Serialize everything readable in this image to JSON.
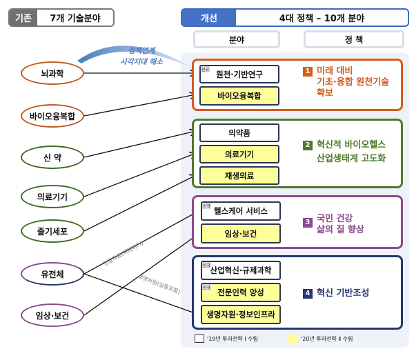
{
  "header_old": {
    "tag": "기존",
    "title": "7개 기술분야"
  },
  "header_new": {
    "tag": "개선",
    "title": "4대 정책 – 10개 분야"
  },
  "columns": {
    "field": "분야",
    "policy": "정 책"
  },
  "note": {
    "line1": "정책연계",
    "line2": "사각지대 해소"
  },
  "new_badge": "신규",
  "old_fields": [
    "뇌과학",
    "바이오융복합",
    "신 약",
    "의료기기",
    "줄기세포",
    "유전체",
    "임상·보건"
  ],
  "groups": [
    {
      "num": "1",
      "color": "#d35d1c",
      "policy_lines": [
        "미래 대비",
        "기초·융합 원천기술",
        "확보"
      ],
      "fields": [
        {
          "label": "원천·기반연구",
          "new": true,
          "yellow": false
        },
        {
          "label": "바이오융복합",
          "new": false,
          "yellow": true
        }
      ]
    },
    {
      "num": "2",
      "color": "#4e7a2c",
      "policy_lines": [
        "혁신적 바이오헬스",
        "산업생태계 고도화"
      ],
      "fields": [
        {
          "label": "의약품",
          "new": false,
          "yellow": false
        },
        {
          "label": "의료기기",
          "new": false,
          "yellow": true
        },
        {
          "label": "재생의료",
          "new": false,
          "yellow": true
        }
      ]
    },
    {
      "num": "3",
      "color": "#8b4a8c",
      "policy_lines": [
        "국민 건강",
        "삶의 질 향상"
      ],
      "fields": [
        {
          "label": "헬스케어 서비스",
          "new": true,
          "yellow": false
        },
        {
          "label": "임상·보건",
          "new": false,
          "yellow": true
        }
      ]
    },
    {
      "num": "4",
      "color": "#27366b",
      "policy_lines": [
        "혁신 기반조성"
      ],
      "fields": [
        {
          "label": "산업혁신·규제과학",
          "new": true,
          "yellow": false
        },
        {
          "label": "전문인력 양성",
          "new": true,
          "yellow": true
        },
        {
          "label": "생명자원·정보인프라",
          "new": false,
          "yellow": true
        }
      ]
    }
  ],
  "arrow_labels": {
    "precision": "정밀의료(빅데이터)",
    "bioresource": "생명자원(실용포함)"
  },
  "legend": {
    "white": "'19년 투자전략 Ⅰ 수립",
    "yellow": "'20년 투자전략 Ⅱ 수립"
  }
}
